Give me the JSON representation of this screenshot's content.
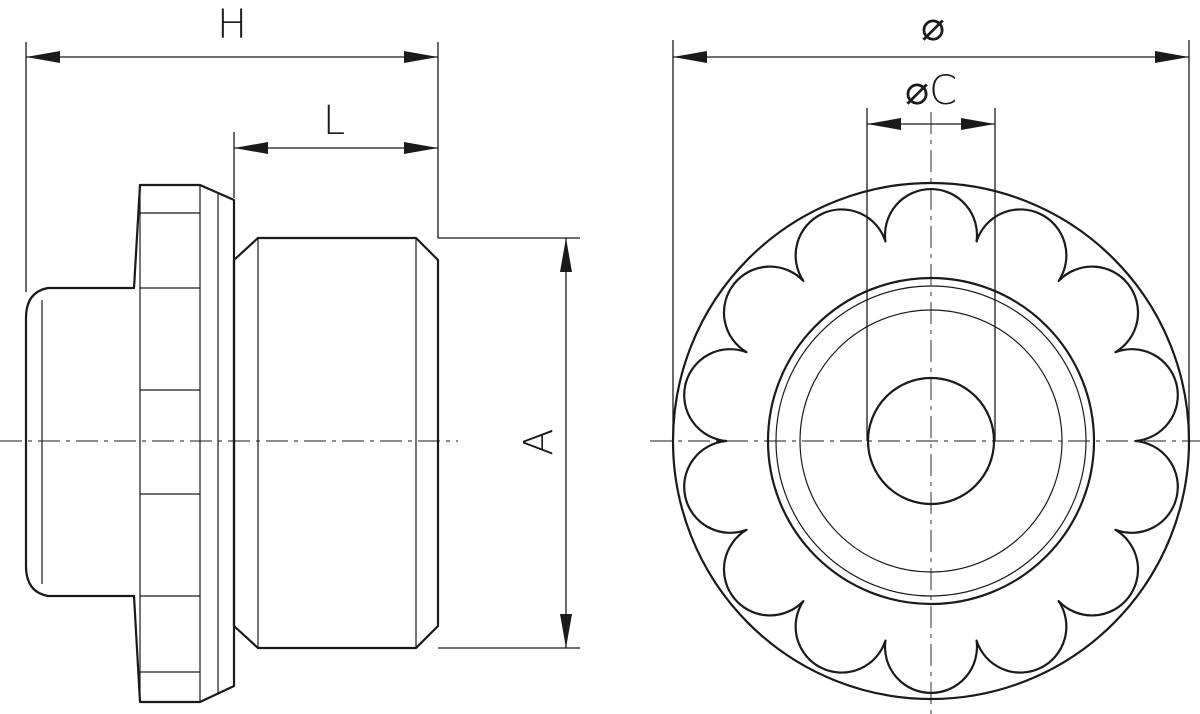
{
  "drawing": {
    "side_view": {
      "dim_overall_length": "H",
      "dim_thread_length": "L",
      "dim_thread_diameter": "A"
    },
    "front_view": {
      "dim_outer_diameter": "⌀",
      "dim_bore_diameter": "⌀C"
    },
    "colors": {
      "line": "#1a1a1a",
      "background": "#ffffff"
    }
  }
}
